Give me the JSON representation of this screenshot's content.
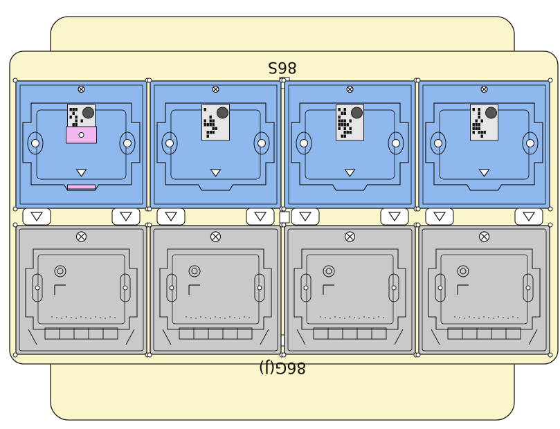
{
  "drawing": {
    "top_label": "86S",
    "bottom_label": "86G(J)",
    "colors": {
      "board": "#fbf6c9",
      "outline": "#1a1a1a",
      "upper_module": "#8fb9ee",
      "lower_module": "#c9c9c9",
      "pink_tab": "#f1b8f0",
      "chip": "#e6e6e6"
    },
    "upper_row": [
      {
        "name": "upper-module-1",
        "has_pink_tab": true
      },
      {
        "name": "upper-module-2",
        "has_pink_tab": false
      },
      {
        "name": "upper-module-3",
        "has_pink_tab": false
      },
      {
        "name": "upper-module-4",
        "has_pink_tab": false
      }
    ],
    "lower_row": [
      {
        "name": "lower-module-1"
      },
      {
        "name": "lower-module-2"
      },
      {
        "name": "lower-module-3"
      },
      {
        "name": "lower-module-4"
      }
    ],
    "icons": [
      "screw-icon",
      "triangle-marker-icon",
      "qr-code-icon",
      "mounting-hole-icon"
    ]
  }
}
